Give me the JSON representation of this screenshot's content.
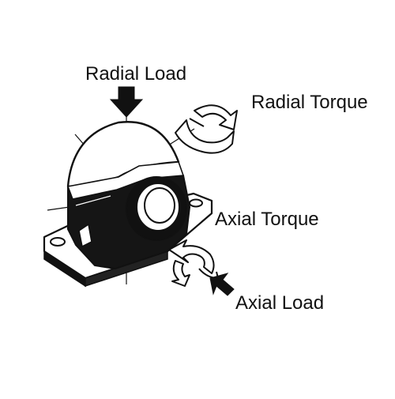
{
  "labels": {
    "radial_load": "Radial Load",
    "radial_torque": "Radial Torque",
    "axial_torque": "Axial Torque",
    "axial_load": "Axial Load"
  },
  "colors": {
    "ink": "#111111",
    "paper": "#ffffff",
    "bearing_body": "#151515"
  },
  "icons": {
    "radial_load": "down-arrow-icon",
    "radial_torque": "curved-rotation-arrow-icon",
    "axial_torque": "curved-rotation-arrow-icon",
    "axial_load": "diagonal-arrow-icon"
  }
}
